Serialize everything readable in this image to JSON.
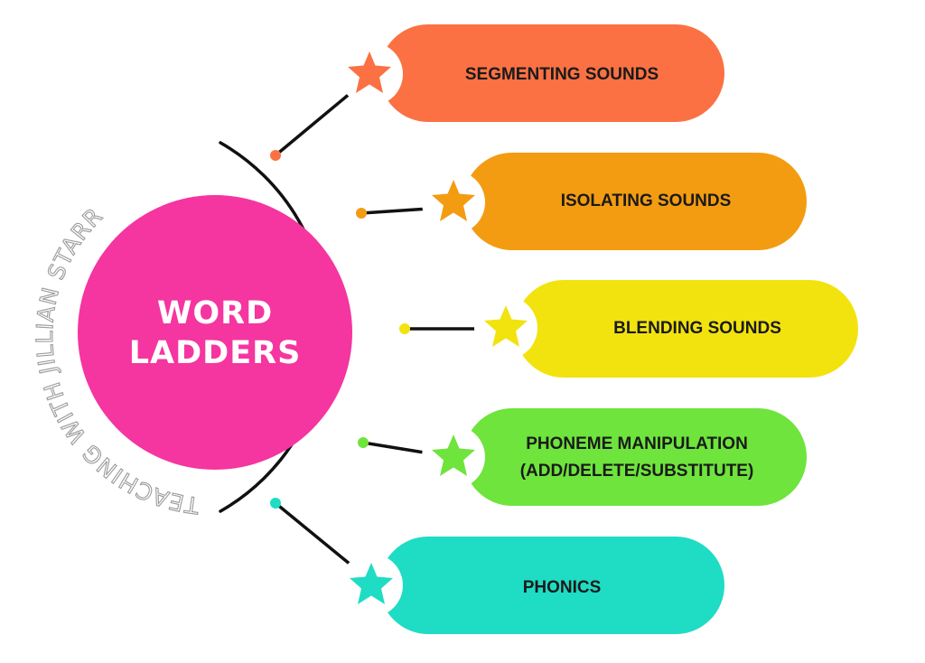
{
  "center": {
    "line1": "WORD",
    "line2": "LADDERS",
    "color": "#f535a0"
  },
  "arc_text": "TEACHING WITH JILLIAN STARR",
  "items": [
    {
      "label": "SEGMENTING SOUNDS",
      "color": "#fb7143",
      "icon": "star-icon"
    },
    {
      "label": "ISOLATING SOUNDS",
      "color": "#f39c12",
      "icon": "star-icon"
    },
    {
      "label": "BLENDING SOUNDS",
      "color": "#f2e30f",
      "icon": "star-icon"
    },
    {
      "label_line1": "PHONEME MANIPULATION",
      "label_line2": "(ADD/DELETE/SUBSTITUTE)",
      "color": "#6ee43c",
      "icon": "star-icon"
    },
    {
      "label": "PHONICS",
      "color": "#1fdcc4",
      "icon": "star-icon"
    }
  ]
}
